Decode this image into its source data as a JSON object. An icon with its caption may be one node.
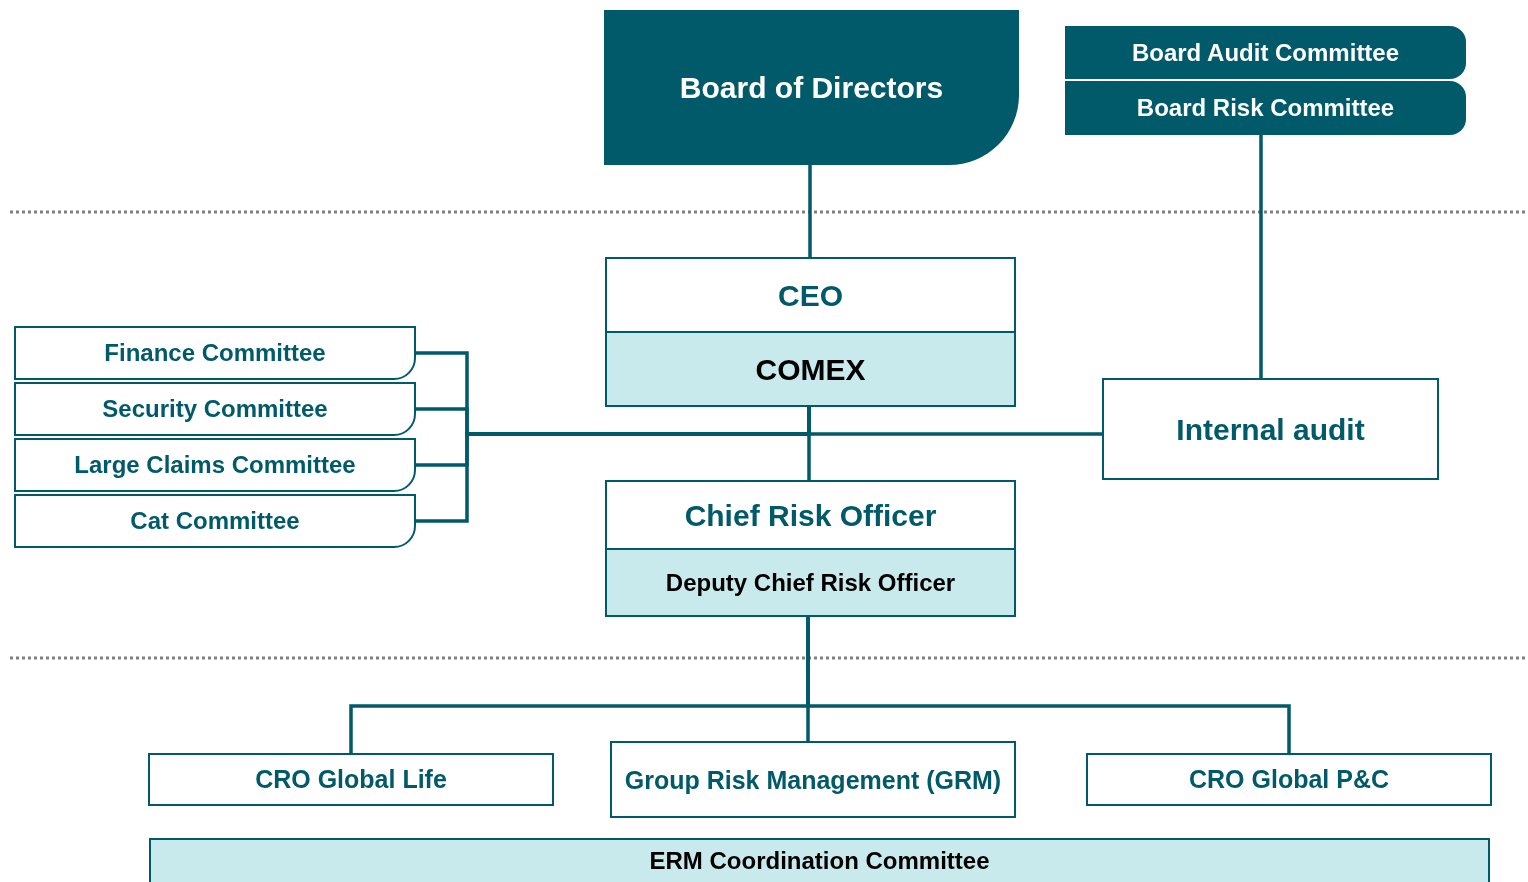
{
  "diagram": {
    "nodes": [
      {
        "text": [
          "Board of Directors"
        ]
      },
      {
        "text": [
          "Board Audit Committee"
        ]
      },
      {
        "text": [
          "Board Risk Committee"
        ]
      },
      {
        "text": [
          "CEO"
        ]
      },
      {
        "text": [
          "COMEX"
        ]
      },
      {
        "text": [
          "Finance Committee"
        ]
      },
      {
        "text": [
          "Security Committee"
        ]
      },
      {
        "text": [
          "Large Claims Committee"
        ]
      },
      {
        "text": [
          "Cat Committee"
        ]
      },
      {
        "text": [
          "Internal audit"
        ]
      },
      {
        "text": [
          "Chief Risk Officer"
        ]
      },
      {
        "text": [
          "Deputy Chief Risk Officer"
        ]
      },
      {
        "text": [
          "CRO Global Life"
        ]
      },
      {
        "text": [
          "Group Risk Management (GRM)"
        ]
      },
      {
        "text": [
          "CRO Global P&C"
        ]
      },
      {
        "text": [
          "ERM  Coordination Committee"
        ]
      }
    ],
    "edges": [
      {
        "from": 0,
        "to": 3,
        "arrow": "none"
      },
      {
        "from": 2,
        "to": 9,
        "arrow": "none"
      },
      {
        "from": 5,
        "to": 4,
        "arrow": "none"
      },
      {
        "from": 6,
        "to": 4,
        "arrow": "none"
      },
      {
        "from": 7,
        "to": 4,
        "arrow": "none"
      },
      {
        "from": 8,
        "to": 4,
        "arrow": "none"
      },
      {
        "from": 9,
        "to": 4,
        "arrow": "none"
      },
      {
        "from": 4,
        "to": 10,
        "arrow": "none"
      },
      {
        "from": 11,
        "to": 12,
        "arrow": "none"
      },
      {
        "from": 11,
        "to": 13,
        "arrow": "none"
      },
      {
        "from": 11,
        "to": 14,
        "arrow": "none"
      }
    ]
  }
}
